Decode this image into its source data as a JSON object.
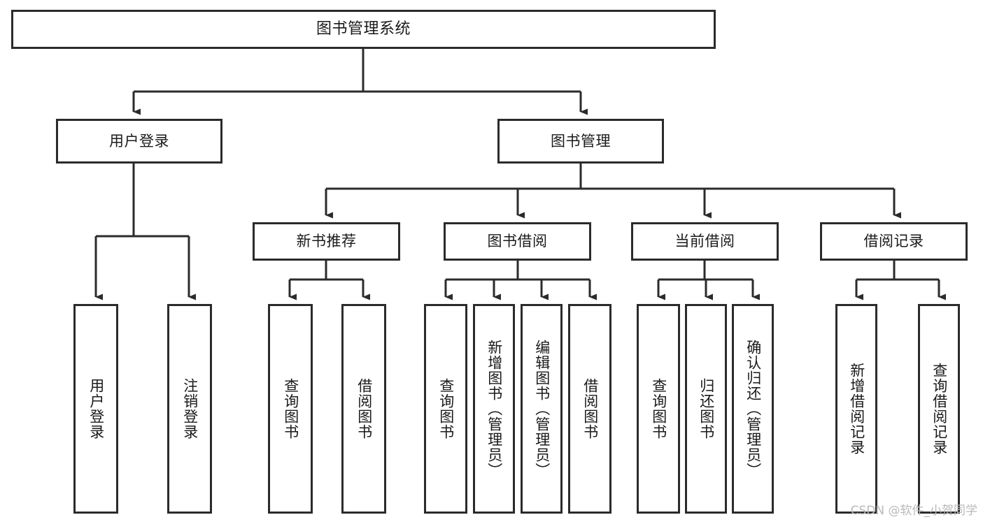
{
  "diagram": {
    "title": "图书管理系统",
    "watermark": "CSDN @软件_小贺同学",
    "stroke_color": "#2b2b2b",
    "fill_color": "#ffffff",
    "text_color": "#1a1a1a",
    "watermark_color": "#b9b9b9"
  },
  "nodes": {
    "root": {
      "label": "图书管理系统",
      "level": 0
    },
    "user_login": {
      "label": "用户登录",
      "level": 1
    },
    "book_manage": {
      "label": "图书管理",
      "level": 1
    },
    "new_book_rec": {
      "label": "新书推荐",
      "level": 2
    },
    "book_borrow": {
      "label": "图书借阅",
      "level": 2
    },
    "current_borrow": {
      "label": "当前借阅",
      "level": 2
    },
    "borrow_record": {
      "label": "借阅记录",
      "level": 2
    },
    "leaf_user_login": {
      "label": "用户登录",
      "level": 3
    },
    "leaf_logout": {
      "label": "注销登录",
      "level": 3
    },
    "leaf_query_book_1": {
      "label": "查询图书",
      "level": 3
    },
    "leaf_borrow_book_1": {
      "label": "借阅图书",
      "level": 3
    },
    "leaf_query_book_2": {
      "label": "查询图书",
      "level": 3
    },
    "leaf_add_book": {
      "label": "新增图书（管理员）",
      "level": 3
    },
    "leaf_edit_book": {
      "label": "编辑图书（管理员）",
      "level": 3
    },
    "leaf_borrow_book_2": {
      "label": "借阅图书",
      "level": 3
    },
    "leaf_query_book_3": {
      "label": "查询图书",
      "level": 3
    },
    "leaf_return_book": {
      "label": "归还图书",
      "level": 3
    },
    "leaf_confirm_return": {
      "label": "确认归还（管理员）",
      "level": 3
    },
    "leaf_add_record": {
      "label": "新增借阅记录",
      "level": 3
    },
    "leaf_query_record": {
      "label": "查询借阅记录",
      "level": 3
    }
  },
  "edges": [
    {
      "from": "root",
      "to": "user_login"
    },
    {
      "from": "root",
      "to": "book_manage"
    },
    {
      "from": "book_manage",
      "to": "new_book_rec"
    },
    {
      "from": "book_manage",
      "to": "book_borrow"
    },
    {
      "from": "book_manage",
      "to": "current_borrow"
    },
    {
      "from": "book_manage",
      "to": "borrow_record"
    },
    {
      "from": "user_login",
      "to": "leaf_user_login"
    },
    {
      "from": "user_login",
      "to": "leaf_logout"
    },
    {
      "from": "new_book_rec",
      "to": "leaf_query_book_1"
    },
    {
      "from": "new_book_rec",
      "to": "leaf_borrow_book_1"
    },
    {
      "from": "book_borrow",
      "to": "leaf_query_book_2"
    },
    {
      "from": "book_borrow",
      "to": "leaf_add_book"
    },
    {
      "from": "book_borrow",
      "to": "leaf_edit_book"
    },
    {
      "from": "book_borrow",
      "to": "leaf_borrow_book_2"
    },
    {
      "from": "current_borrow",
      "to": "leaf_query_book_3"
    },
    {
      "from": "current_borrow",
      "to": "leaf_return_book"
    },
    {
      "from": "current_borrow",
      "to": "leaf_confirm_return"
    },
    {
      "from": "borrow_record",
      "to": "leaf_add_record"
    },
    {
      "from": "borrow_record",
      "to": "leaf_query_record"
    }
  ]
}
